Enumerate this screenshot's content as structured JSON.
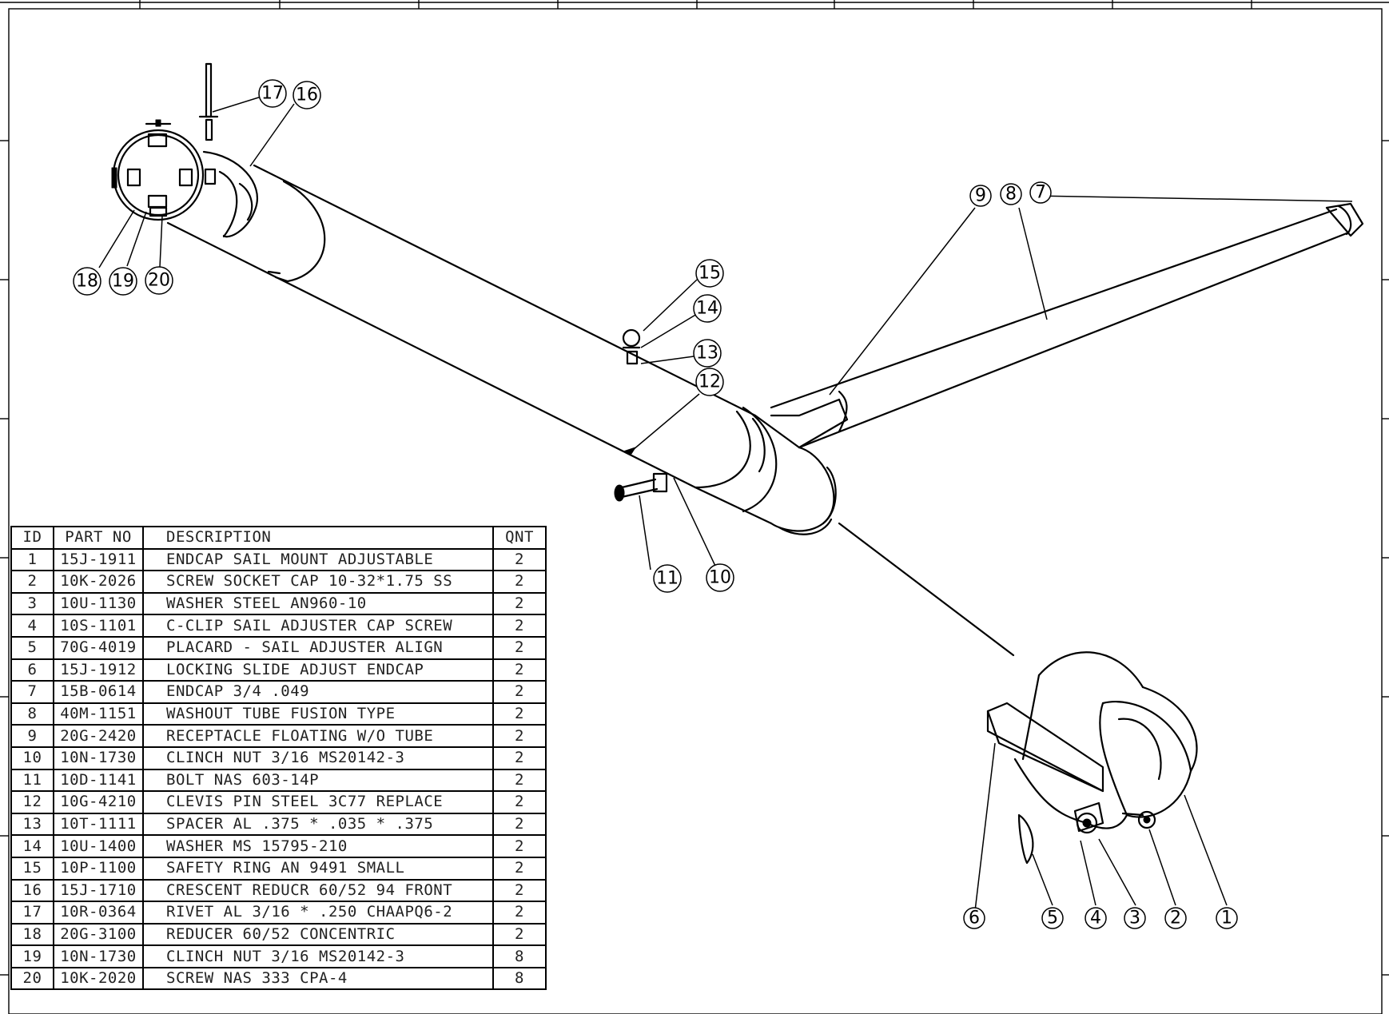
{
  "bom": {
    "headers": {
      "id": "ID",
      "part_no": "PART NO",
      "description": "DESCRIPTION",
      "qty": "QNT"
    },
    "rows": [
      {
        "id": "1",
        "part_no": "15J-1911",
        "description": "ENDCAP SAIL MOUNT ADJUSTABLE",
        "qty": "2"
      },
      {
        "id": "2",
        "part_no": "10K-2026",
        "description": "SCREW SOCKET CAP 10-32*1.75 SS",
        "qty": "2"
      },
      {
        "id": "3",
        "part_no": "10U-1130",
        "description": "WASHER STEEL AN960-10",
        "qty": "2"
      },
      {
        "id": "4",
        "part_no": "10S-1101",
        "description": "C-CLIP SAIL ADJUSTER CAP SCREW",
        "qty": "2"
      },
      {
        "id": "5",
        "part_no": "70G-4019",
        "description": "PLACARD - SAIL ADJUSTER ALIGN",
        "qty": "2"
      },
      {
        "id": "6",
        "part_no": "15J-1912",
        "description": "LOCKING SLIDE ADJUST ENDCAP",
        "qty": "2"
      },
      {
        "id": "7",
        "part_no": "15B-0614",
        "description": "ENDCAP   3/4   .049",
        "qty": "2"
      },
      {
        "id": "8",
        "part_no": "40M-1151",
        "description": "WASHOUT TUBE FUSION TYPE",
        "qty": "2"
      },
      {
        "id": "9",
        "part_no": "20G-2420",
        "description": "RECEPTACLE FLOATING W/O TUBE",
        "qty": "2"
      },
      {
        "id": "10",
        "part_no": "10N-1730",
        "description": "CLINCH NUT 3/16 MS20142-3",
        "qty": "2"
      },
      {
        "id": "11",
        "part_no": "10D-1141",
        "description": "BOLT  NAS 603-14P",
        "qty": "2"
      },
      {
        "id": "12",
        "part_no": "10G-4210",
        "description": "CLEVIS PIN STEEL 3C77 REPLACE",
        "qty": "2"
      },
      {
        "id": "13",
        "part_no": "10T-1111",
        "description": "SPACER AL .375 * .035 *  .375",
        "qty": "2"
      },
      {
        "id": "14",
        "part_no": "10U-1400",
        "description": "WASHER MS 15795-210",
        "qty": "2"
      },
      {
        "id": "15",
        "part_no": "10P-1100",
        "description": "SAFETY RING AN 9491  SMALL",
        "qty": "2"
      },
      {
        "id": "16",
        "part_no": "15J-1710",
        "description": "CRESCENT REDUCR 60/52 94 FRONT",
        "qty": "2"
      },
      {
        "id": "17",
        "part_no": "10R-0364",
        "description": "RIVET AL 3/16 * .250 CHAAPQ6-2",
        "qty": "2"
      },
      {
        "id": "18",
        "part_no": "20G-3100",
        "description": "REDUCER 60/52 CONCENTRIC",
        "qty": "2"
      },
      {
        "id": "19",
        "part_no": "10N-1730",
        "description": "CLINCH NUT 3/16 MS20142-3",
        "qty": "8"
      },
      {
        "id": "20",
        "part_no": "10K-2020",
        "description": "SCREW  NAS 333 CPA-4",
        "qty": "8"
      }
    ]
  },
  "balloons": [
    "1",
    "2",
    "3",
    "4",
    "5",
    "6",
    "7",
    "8",
    "9",
    "10",
    "11",
    "12",
    "13",
    "14",
    "15",
    "16",
    "17",
    "18",
    "19",
    "20"
  ]
}
